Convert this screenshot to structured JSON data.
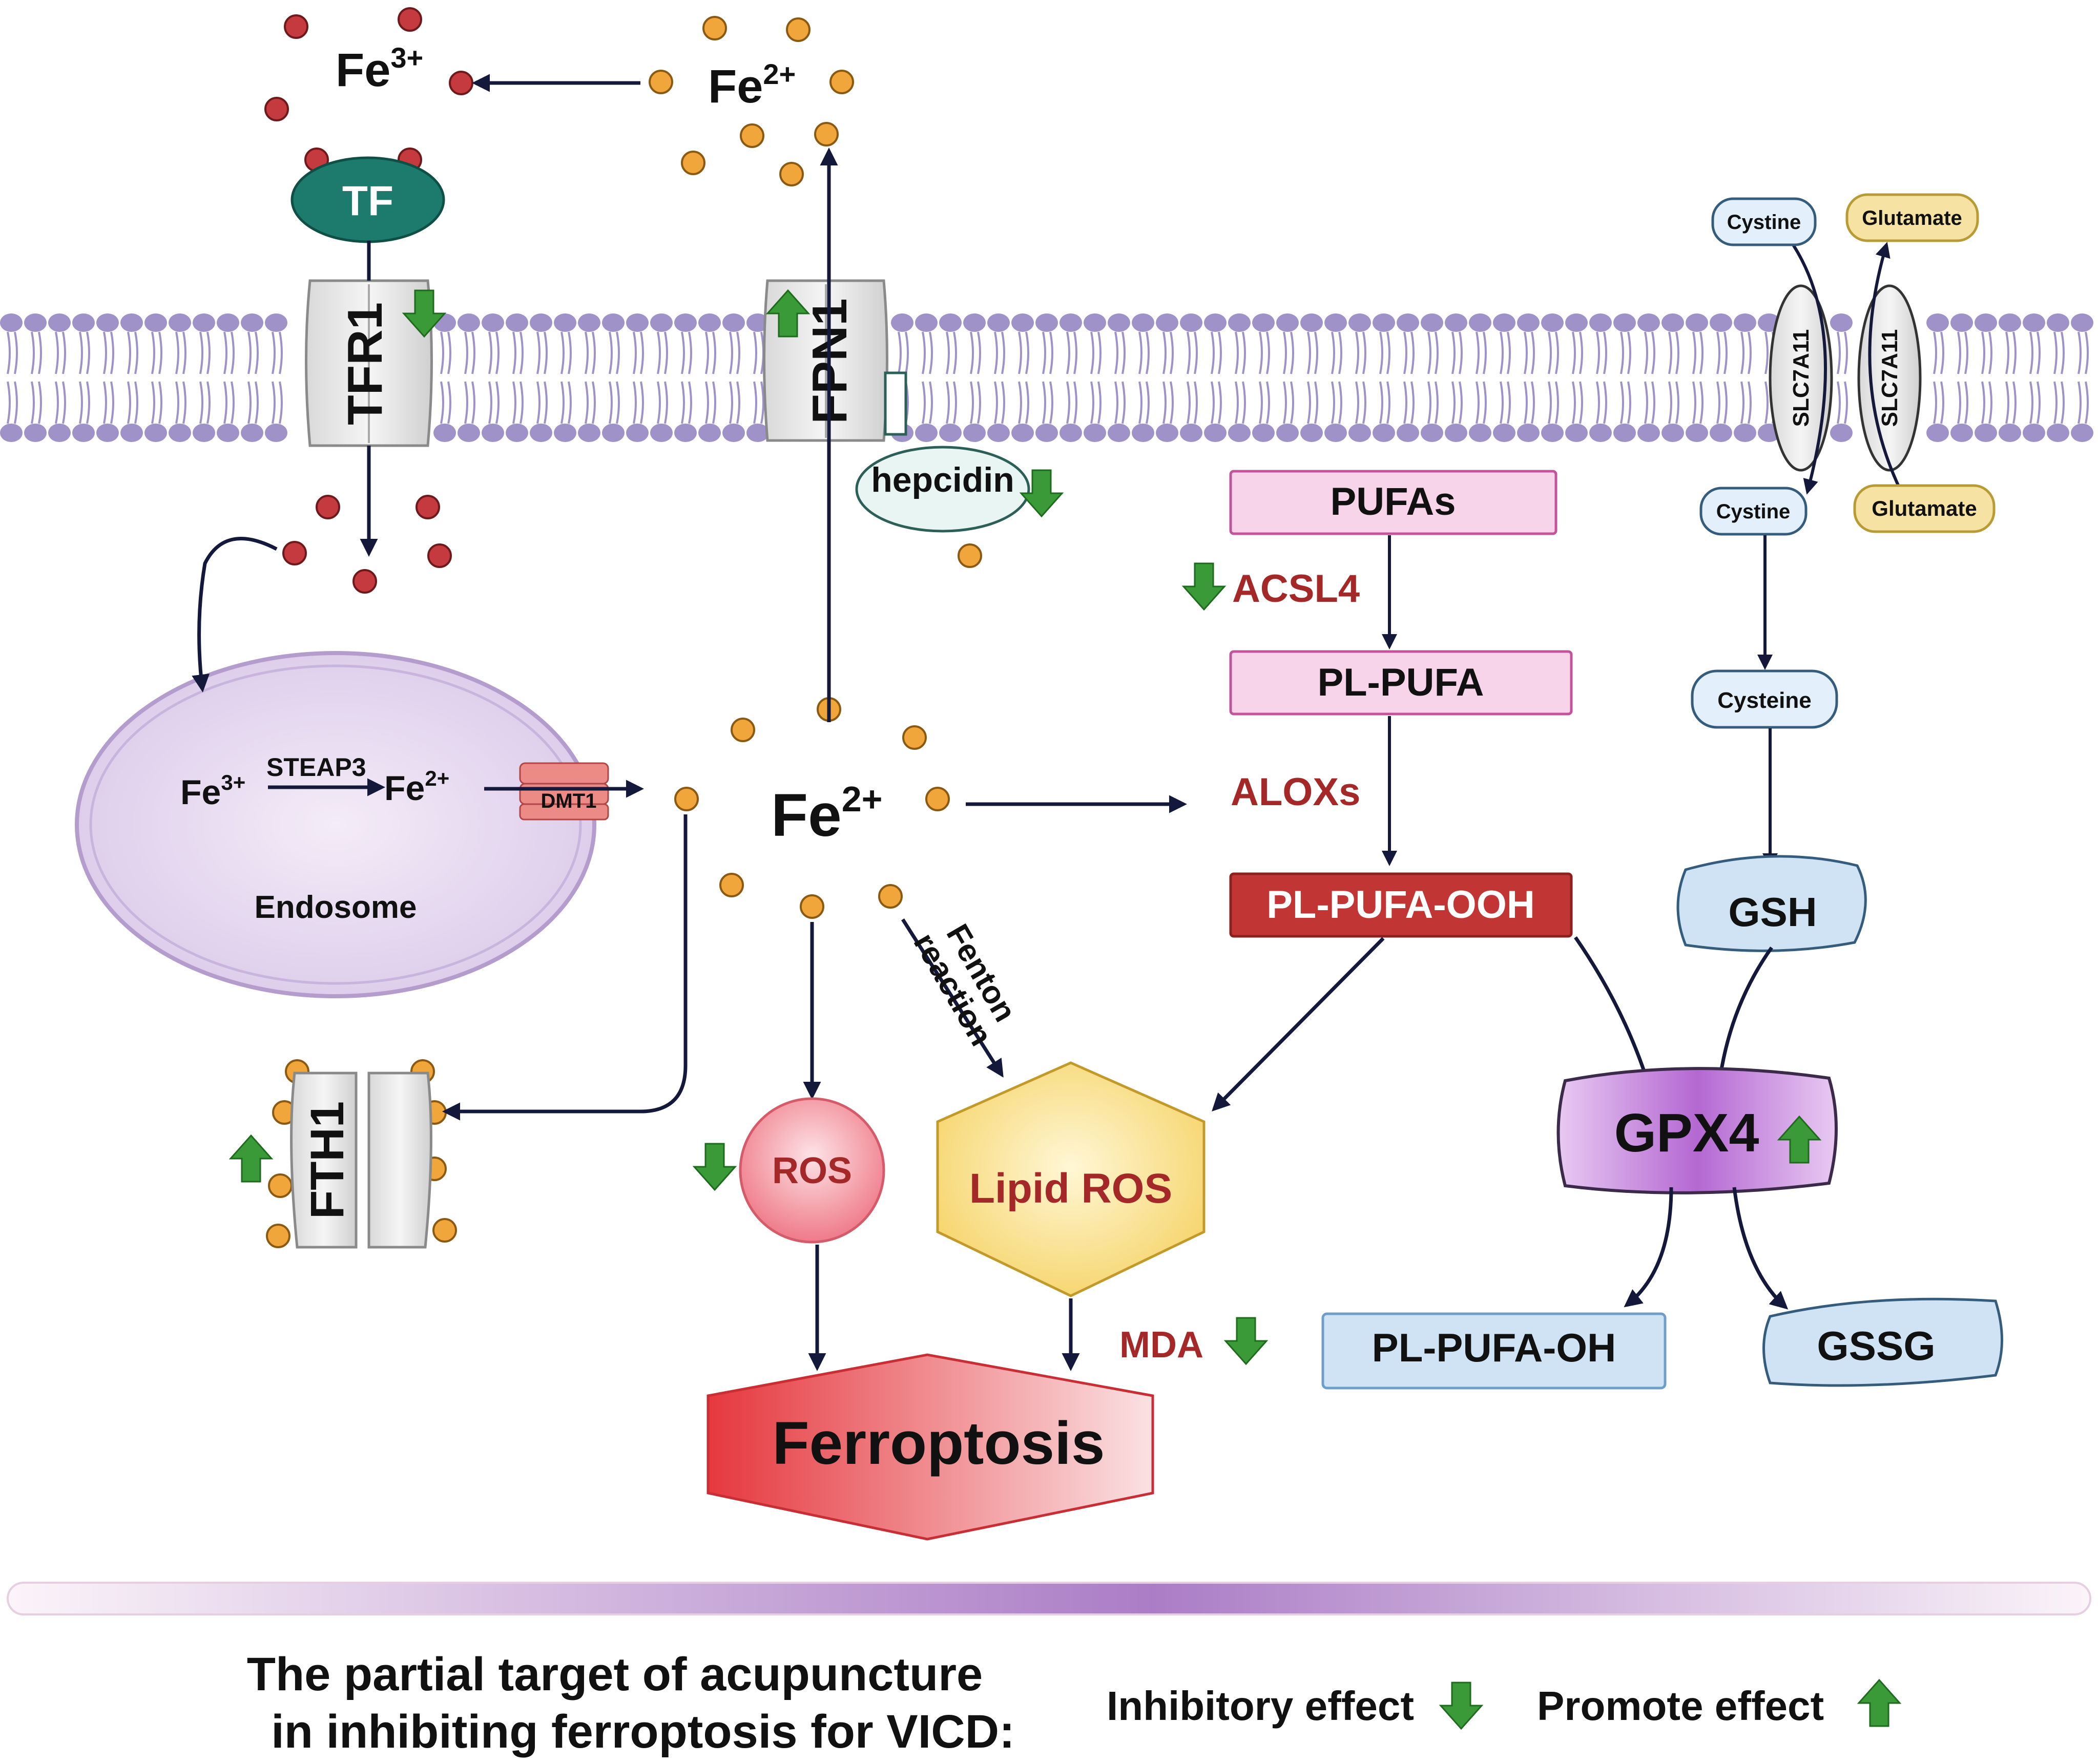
{
  "colors": {
    "membrane": "#9e92c9",
    "fe3_dot": "#c53a3e",
    "fe2_dot": "#f0a63a",
    "arrow": "#14183a",
    "down_arrow": "#3a9a37",
    "up_arrow": "#3a9a37",
    "label_red": "#a52828",
    "tf_teal": "#1d7b6e",
    "pufa_pink": "#f7d4ea",
    "ooh_red": "#c23535",
    "blue_box": "#cfe3f5",
    "gold_box": "#f6e2a3",
    "gpx4_purple": "#a24fc2"
  },
  "extracellular": {
    "fe3_label": "Fe",
    "fe3_sup": "3+",
    "fe2_label": "Fe",
    "fe2_sup": "2+",
    "tf_label": "TF",
    "cystine_out": "Cystine",
    "glutamate_out": "Glutamate"
  },
  "membrane": {
    "tfr1_label": "TFR1",
    "fpn1_label": "FPN1",
    "slc7a11_left": "SLC7A11",
    "slc7a11_right": "SLC7A11",
    "hepcidin_label": "hepcidin"
  },
  "endosome": {
    "fe3_label": "Fe",
    "fe3_sup": "3+",
    "steap3_label": "STEAP3",
    "fe2_label": "Fe",
    "fe2_sup": "2+",
    "dmt1_label": "DMT1",
    "name": "Endosome"
  },
  "cytosol": {
    "fe2_label": "Fe",
    "fe2_sup": "2+",
    "fenton_line1": "Fenton",
    "fenton_line2": "reaction",
    "fth1_label": "FTH1",
    "ros_label": "ROS",
    "lipid_ros_label": "Lipid ROS",
    "mda_label": "MDA",
    "ferroptosis_label": "Ferroptosis"
  },
  "lipid_pathway": {
    "pufas": "PUFAs",
    "acsl4": "ACSL4",
    "pl_pufa": "PL-PUFA",
    "aloxs": "ALOXs",
    "pl_pufa_ooh": "PL-PUFA-OOH",
    "pl_pufa_oh": "PL-PUFA-OH"
  },
  "gsh_pathway": {
    "cystine_in": "Cystine",
    "glutamate_in": "Glutamate",
    "cysteine": "Cysteine",
    "gsh": "GSH",
    "gpx4": "GPX4",
    "gssg": "GSSG"
  },
  "legend": {
    "title_line1": "The partial target of acupuncture",
    "title_line2": "in inhibiting ferroptosis for VICD:",
    "inhibitory": "Inhibitory effect",
    "promote": "Promote effect"
  }
}
